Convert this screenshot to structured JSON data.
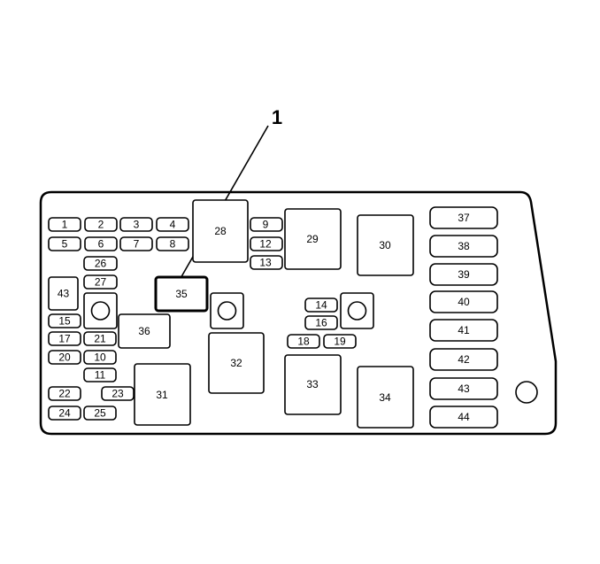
{
  "callout": {
    "label": "1",
    "target": "35"
  },
  "labels": {
    "f1": "1",
    "f2": "2",
    "f3": "3",
    "f4": "4",
    "f5": "5",
    "f6": "6",
    "f7": "7",
    "f8": "8",
    "f9": "9",
    "f12": "12",
    "f13": "13",
    "f26": "26",
    "f27": "27",
    "f43l": "43",
    "f15": "15",
    "f17": "17",
    "f21": "21",
    "f20": "20",
    "f10": "10",
    "f11": "11",
    "f22": "22",
    "f23": "23",
    "f24": "24",
    "f25": "25",
    "f28": "28",
    "f29": "29",
    "f30": "30",
    "f35": "35",
    "f36": "36",
    "f31": "31",
    "f32": "32",
    "f33": "33",
    "f34": "34",
    "f14": "14",
    "f16": "16",
    "f18": "18",
    "f19": "19",
    "f37": "37",
    "f38": "38",
    "f39": "39",
    "f40": "40",
    "f41": "41",
    "f42": "42",
    "f43r": "43",
    "f44": "44"
  }
}
